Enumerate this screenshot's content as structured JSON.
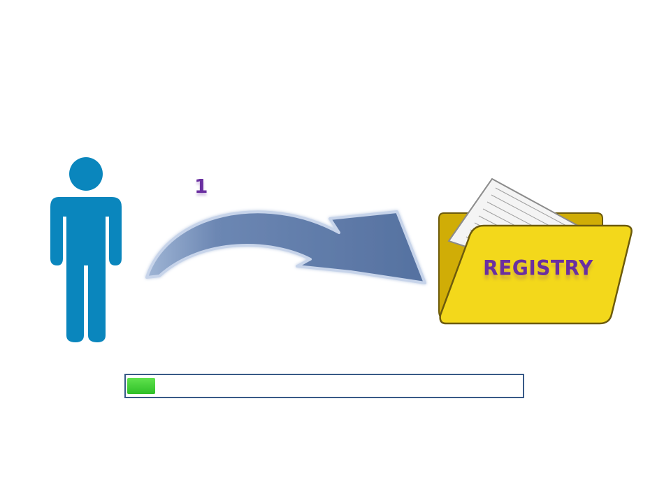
{
  "diagram": {
    "step_label": "1",
    "folder_label": "REGISTRY"
  },
  "progress": {
    "value_percent": 7
  },
  "icons": {
    "person": "person-icon",
    "arrow": "curved-arrow-icon",
    "folder": "open-folder-icon"
  },
  "colors": {
    "person": "#0a86bd",
    "arrow": "#5b79a6",
    "folder": "#f3d81b",
    "label": "#6a2fa0",
    "progress_fill": "#3dcc35",
    "progress_border": "#385a87"
  }
}
